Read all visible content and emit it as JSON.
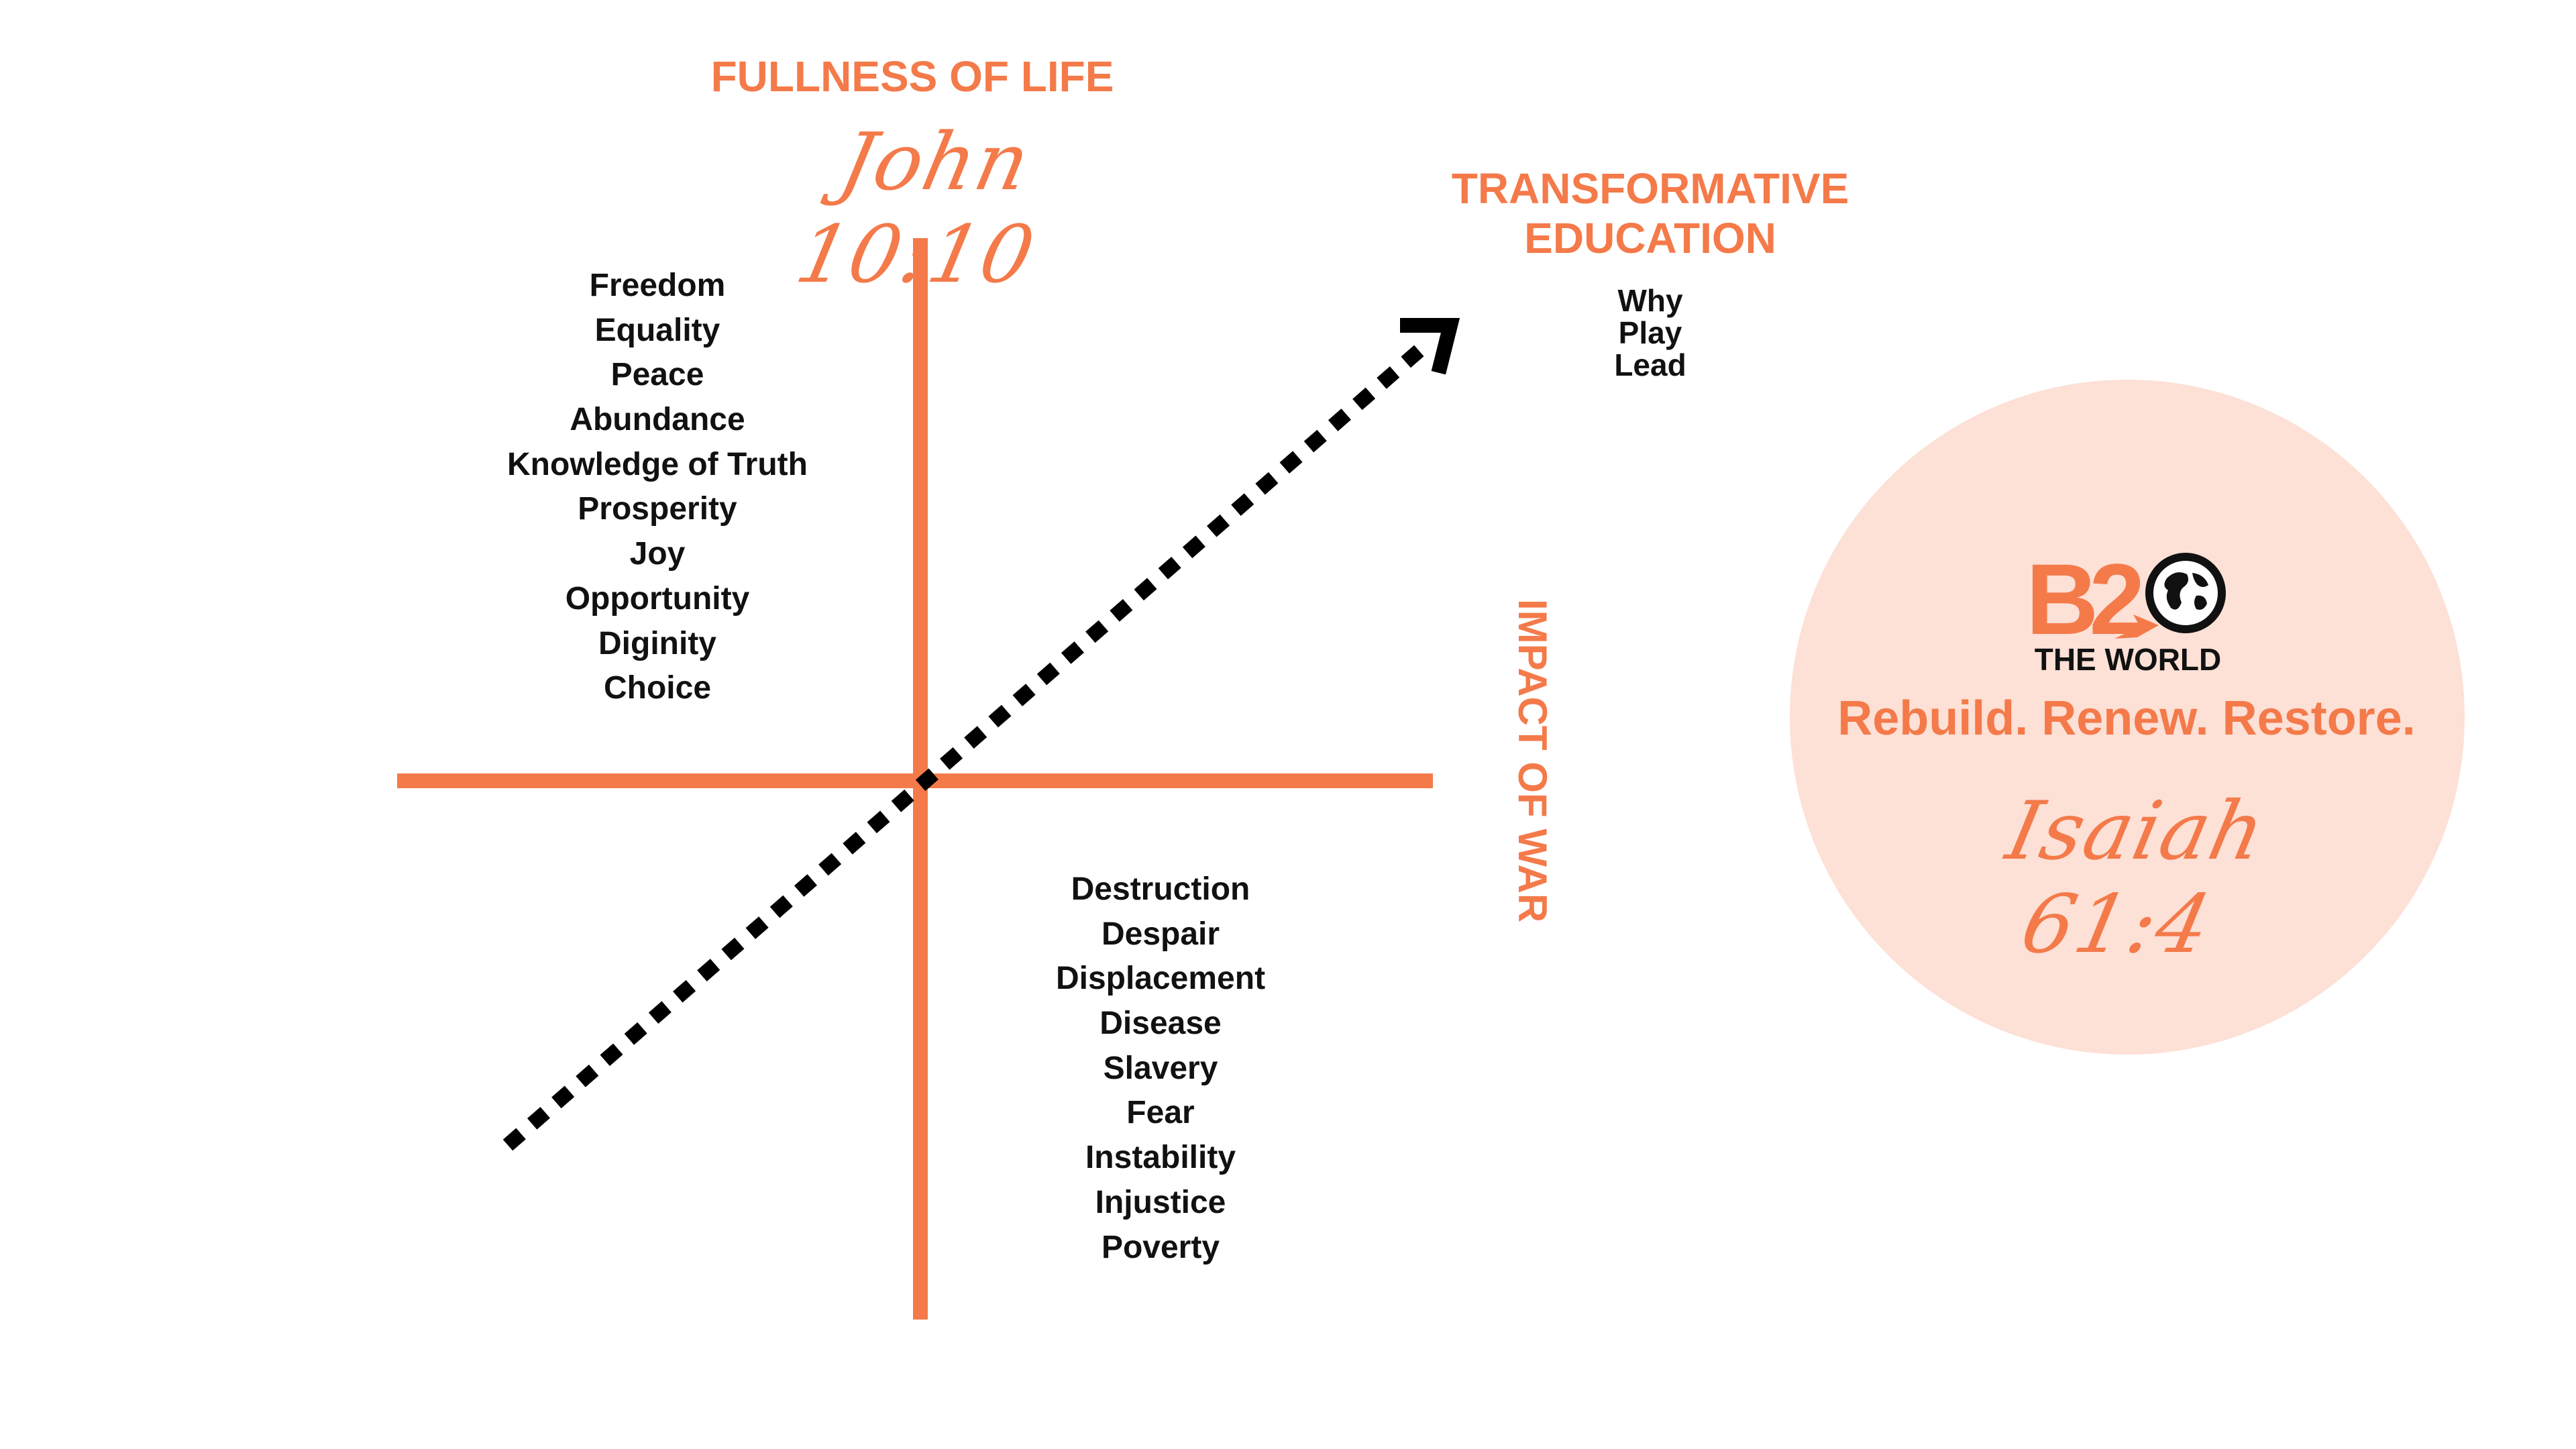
{
  "top": {
    "heading": "FULLNESS OF LIFE",
    "scripture": "John 10:10"
  },
  "upper_left_list": [
    "Freedom",
    "Equality",
    "Peace",
    "Abundance",
    "Knowledge of Truth",
    "Prosperity",
    "Joy",
    "Opportunity",
    "Diginity",
    "Choice"
  ],
  "lower_right_list": [
    "Destruction",
    "Despair",
    "Displacement",
    "Disease",
    "Slavery",
    "Fear",
    "Instability",
    "Injustice",
    "Poverty"
  ],
  "transformative": {
    "heading_line1": "TRANSFORMATIVE",
    "heading_line2": "EDUCATION",
    "items": [
      "Why",
      "Play",
      "Lead"
    ]
  },
  "right_axis_label": "IMPACT OF WAR",
  "logo": {
    "mark": "B2",
    "subtitle": "THE WORLD",
    "tagline": "Rebuild. Renew. Restore.",
    "scripture": "Isaiah 61:4"
  },
  "colors": {
    "accent": "#f47a4a",
    "circle_fill": "#fde0d6",
    "text": "#111111",
    "arrow": "#000000"
  },
  "icons": {
    "globe": "globe-icon",
    "arrow": "dotted-arrow"
  }
}
